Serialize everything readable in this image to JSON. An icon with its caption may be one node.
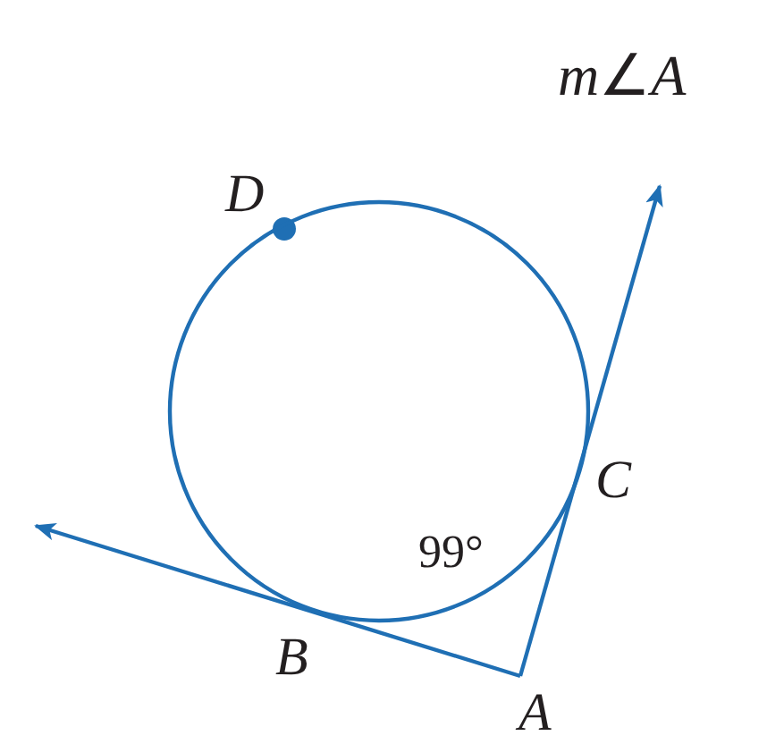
{
  "diagram": {
    "title": "*m*∠*A*",
    "nodes": [
      {
        "text": [],
        "shape": "circle"
      }
    ],
    "labels": [
      "D",
      "C",
      "99°",
      "B",
      "A"
    ]
  }
}
